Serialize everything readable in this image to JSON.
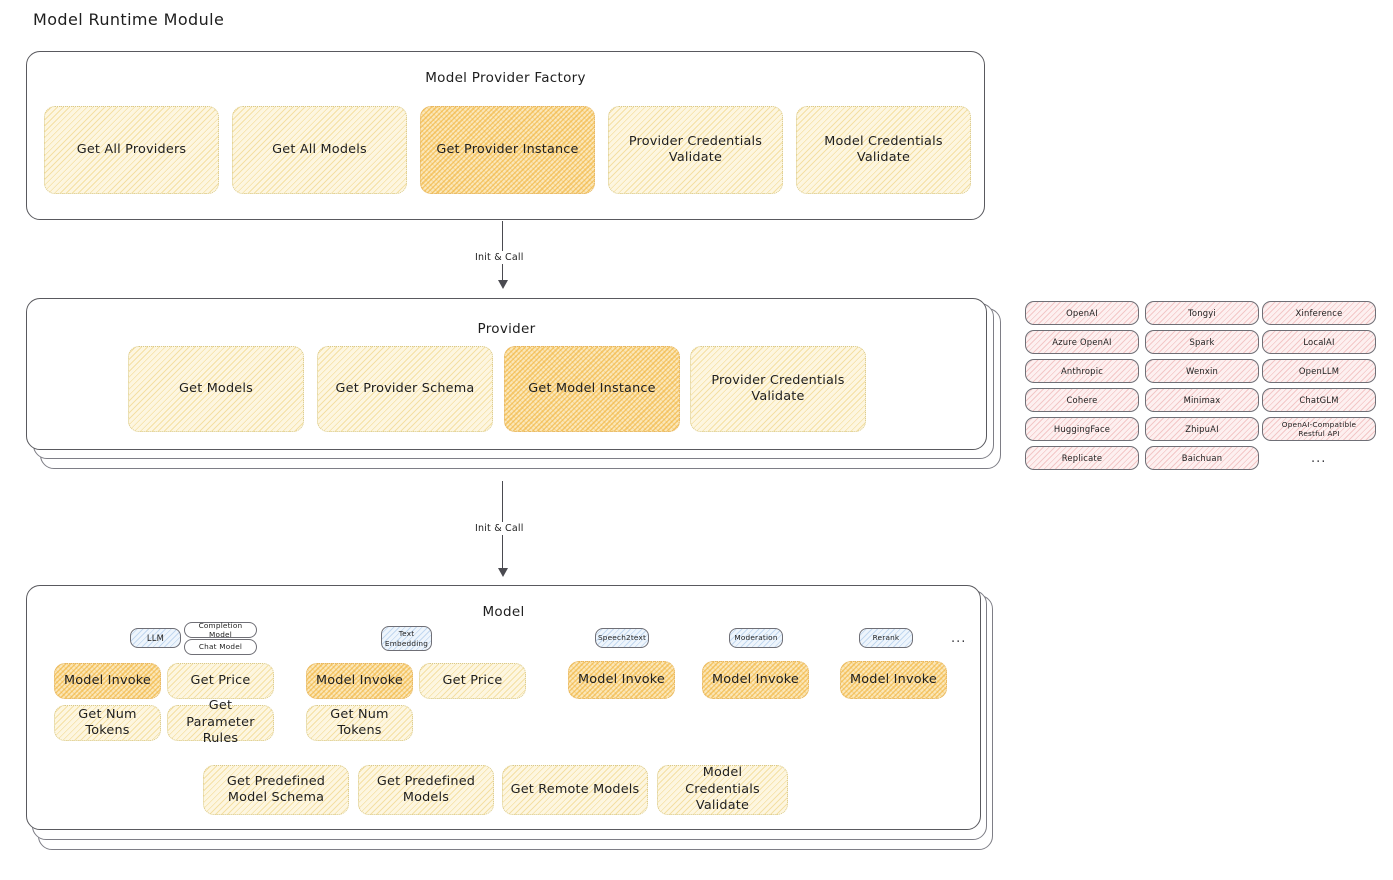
{
  "page": {
    "title": "Model Runtime Module"
  },
  "factory": {
    "title": "Model Provider Factory",
    "nodes": [
      {
        "label": "Get All Providers",
        "highlight": false
      },
      {
        "label": "Get All Models",
        "highlight": false
      },
      {
        "label": "Get Provider Instance",
        "highlight": true
      },
      {
        "label": "Provider Credentials Validate",
        "highlight": false
      },
      {
        "label": "Model Credentials Validate",
        "highlight": false
      }
    ]
  },
  "arrows": [
    {
      "label": "Init & Call"
    },
    {
      "label": "Init & Call"
    }
  ],
  "provider": {
    "title": "Provider",
    "nodes": [
      {
        "label": "Get Models",
        "highlight": false
      },
      {
        "label": "Get Provider Schema",
        "highlight": false
      },
      {
        "label": "Get Model Instance",
        "highlight": true
      },
      {
        "label": "Provider Credentials Validate",
        "highlight": false
      }
    ]
  },
  "provider_list": {
    "columns": [
      [
        "OpenAI",
        "Azure OpenAI",
        "Anthropic",
        "Cohere",
        "HuggingFace",
        "Replicate"
      ],
      [
        "Tongyi",
        "Spark",
        "Wenxin",
        "Minimax",
        "ZhipuAI",
        "Baichuan"
      ],
      [
        "Xinference",
        "LocalAI",
        "OpenLLM",
        "ChatGLM",
        "OpenAI-Compatible Restful API"
      ]
    ],
    "more": "..."
  },
  "model": {
    "title": "Model",
    "more": "...",
    "types": [
      {
        "badge": "LLM",
        "sub_badges": [
          "Completion Model",
          "Chat Model"
        ],
        "methods": [
          {
            "label": "Model Invoke",
            "highlight": true
          },
          {
            "label": "Get Price",
            "highlight": false
          },
          {
            "label": "Get Num Tokens",
            "highlight": false
          },
          {
            "label": "Get Parameter Rules",
            "highlight": false
          }
        ]
      },
      {
        "badge": "Text Embedding",
        "sub_badges": [],
        "methods": [
          {
            "label": "Model Invoke",
            "highlight": true
          },
          {
            "label": "Get Price",
            "highlight": false
          },
          {
            "label": "Get Num Tokens",
            "highlight": false
          }
        ]
      },
      {
        "badge": "Speech2text",
        "sub_badges": [],
        "methods": [
          {
            "label": "Model Invoke",
            "highlight": true
          }
        ]
      },
      {
        "badge": "Moderation",
        "sub_badges": [],
        "methods": [
          {
            "label": "Model Invoke",
            "highlight": true
          }
        ]
      },
      {
        "badge": "Rerank",
        "sub_badges": [],
        "methods": [
          {
            "label": "Model Invoke",
            "highlight": true
          }
        ]
      }
    ],
    "common_methods": [
      {
        "label": "Get Predefined Model Schema"
      },
      {
        "label": "Get Predefined Models"
      },
      {
        "label": "Get Remote Models"
      },
      {
        "label": "Model Credentials Validate"
      }
    ]
  },
  "colors": {
    "accent_yellow": "#fdf6e0",
    "accent_orange": "#fcecc4",
    "accent_pink": "#fdf0f0",
    "accent_blue": "#eef5fc",
    "stroke": "#59595e",
    "text": "#1e1e1e"
  }
}
